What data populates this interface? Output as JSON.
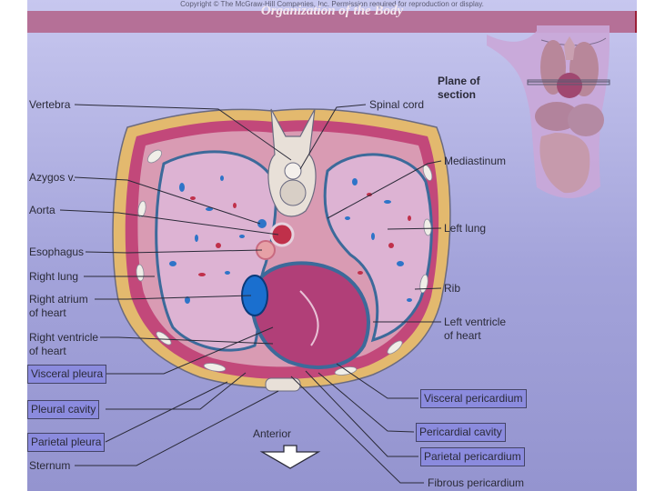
{
  "header": {
    "copyright": "Copyright © The McGraw-Hill Companies, Inc. Permission required for reproduction or display.",
    "title": "Organization of the Body"
  },
  "labels": {
    "vertebra": "Vertebra",
    "spinal_cord": "Spinal cord",
    "plane_of": "Plane of",
    "section": "section",
    "azygos": "Azygos v.",
    "aorta": "Aorta",
    "esophagus": "Esophagus",
    "right_lung": "Right lung",
    "right_atrium_1": "Right atrium",
    "right_atrium_2": "of heart",
    "right_ventricle_1": "Right ventricle",
    "right_ventricle_2": "of heart",
    "mediastinum": "Mediastinum",
    "left_lung": "Left lung",
    "rib": "Rib",
    "left_ventricle_1": "Left ventricle",
    "left_ventricle_2": "of heart",
    "visceral_pleura": "Visceral pleura",
    "pleural_cavity": "Pleural cavity",
    "parietal_pleura": "Parietal pleura",
    "sternum": "Sternum",
    "anterior": "Anterior",
    "visceral_pericardium": "Visceral pericardium",
    "pericardial_cavity": "Pericardial cavity",
    "parietal_pericardium": "Parietal pericardium",
    "fibrous_pericardium": "Fibrous pericardium"
  },
  "colors": {
    "title_bar": "#b57097",
    "title_accent": "#9b2038",
    "box_fill": "#8b8bde",
    "lung_fill": "#dcb2d2",
    "heart_fill": "#b13f78"
  }
}
